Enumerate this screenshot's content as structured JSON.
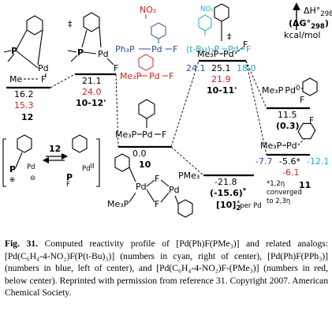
{
  "axis": {
    "dh": "ΔH°",
    "dh_sub": "298",
    "dg": "(ΔG°",
    "dg_sub": "298",
    "dg_close": ")",
    "unit": "kcal/mol"
  },
  "legend": {
    "ph3p": "Ph₃P",
    "tbu3p": "(t-Bu)₃P",
    "me3p": "Me₃P",
    "pd": "Pd",
    "f": "F",
    "no2a": "NO₂",
    "no2b": "NO₂",
    "ddagger": "‡"
  },
  "states": {
    "s12": {
      "v_black": "16.2",
      "v_red": "15.3",
      "label": "12"
    },
    "ts1012": {
      "v_black": "21.1",
      "v_red": "24.0",
      "label": "10-12'",
      "ddagger": "‡"
    },
    "s10": {
      "v_black": "0.0",
      "label": "10"
    },
    "ts1011": {
      "v_blue": "24.1",
      "v_black": "25.1",
      "v_cyan": "18.0",
      "v_red": "21.9",
      "label": "10-11'",
      "ddagger": "‡"
    },
    "s03": {
      "v_black": "11.5",
      "label": "(0.3)"
    },
    "s11": {
      "v_blue": "-7.7",
      "v_black": "-5.6*",
      "v_cyan": "-12.1",
      "v_red": "-6.1",
      "label": "11",
      "note1": "*1,2η",
      "note2": "converged",
      "note3": "to 2,3η"
    },
    "dimer": {
      "v_black": "-21.8",
      "v_paren": "(-15.6)",
      "v_paren_sup": "*",
      "label": "[10]",
      "label_sup": "2",
      "note": "per Pd",
      "note_sup": "*"
    }
  },
  "equilibrium": {
    "label": "12"
  },
  "molecules": {
    "me3p": "Me₃P",
    "me": "Me",
    "pd": "Pd",
    "pd0": "Pd",
    "pd0_sup": "0",
    "pdii": "Pd",
    "pdii_sup": "II",
    "p": "P",
    "f": "F",
    "pme3": "PMe₃",
    "ddagger": "‡"
  },
  "caption": {
    "fig": "Fig. 31.",
    "text": " Computed reactivity profile of [Pd(Ph)F(PMe₃)] and related analogs: [Pd(C₆H₄-4-NO₂)F(P(t-Bu)₃)] (numbers in cyan, right of center), [Pd(Ph)F(PPh₃)] (numbers in blue, left of center), and [Pd(C₆H₄-4-NO₂)F-(PMe₃)] (numbers in red, below center). Reprinted with permission from reference 31. Copyright 2007. American Chemical Society."
  },
  "colors": {
    "red": "#d42020",
    "cyan": "#1fa7c9",
    "blue": "#2b4aa8"
  }
}
